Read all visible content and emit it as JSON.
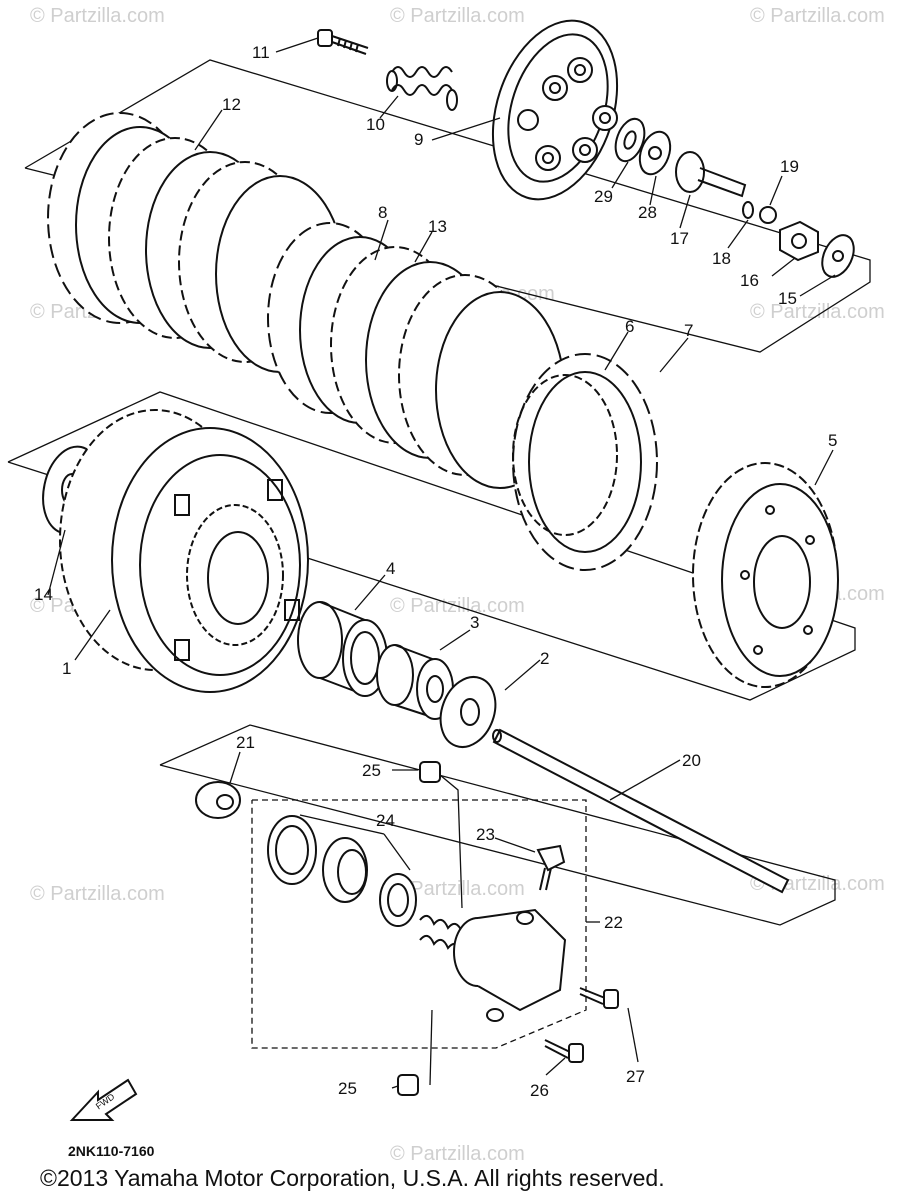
{
  "watermarks": [
    "© Partzilla.com",
    "© Partzilla.com",
    "© Partzilla.com",
    "© Partzilla.com",
    "© Partzilla.com",
    "© Partzilla.com",
    "© Partzilla.com",
    "© Partzilla.com",
    "© Partzilla.com",
    "© Partzilla.com",
    "© Partzilla.com",
    "© Partzilla.com",
    "© Partzilla.com"
  ],
  "callouts": [
    "1",
    "2",
    "3",
    "4",
    "5",
    "6",
    "7",
    "8",
    "9",
    "10",
    "11",
    "12",
    "13",
    "14",
    "15",
    "16",
    "17",
    "18",
    "19",
    "20",
    "21",
    "22",
    "23",
    "24",
    "25",
    "25",
    "26",
    "27",
    "28",
    "29"
  ],
  "fwd_label": "FWD",
  "diagram_code": "2NK110-7160",
  "copyright": "©2013 Yamaha Motor Corporation, U.S.A. All rights reserved."
}
